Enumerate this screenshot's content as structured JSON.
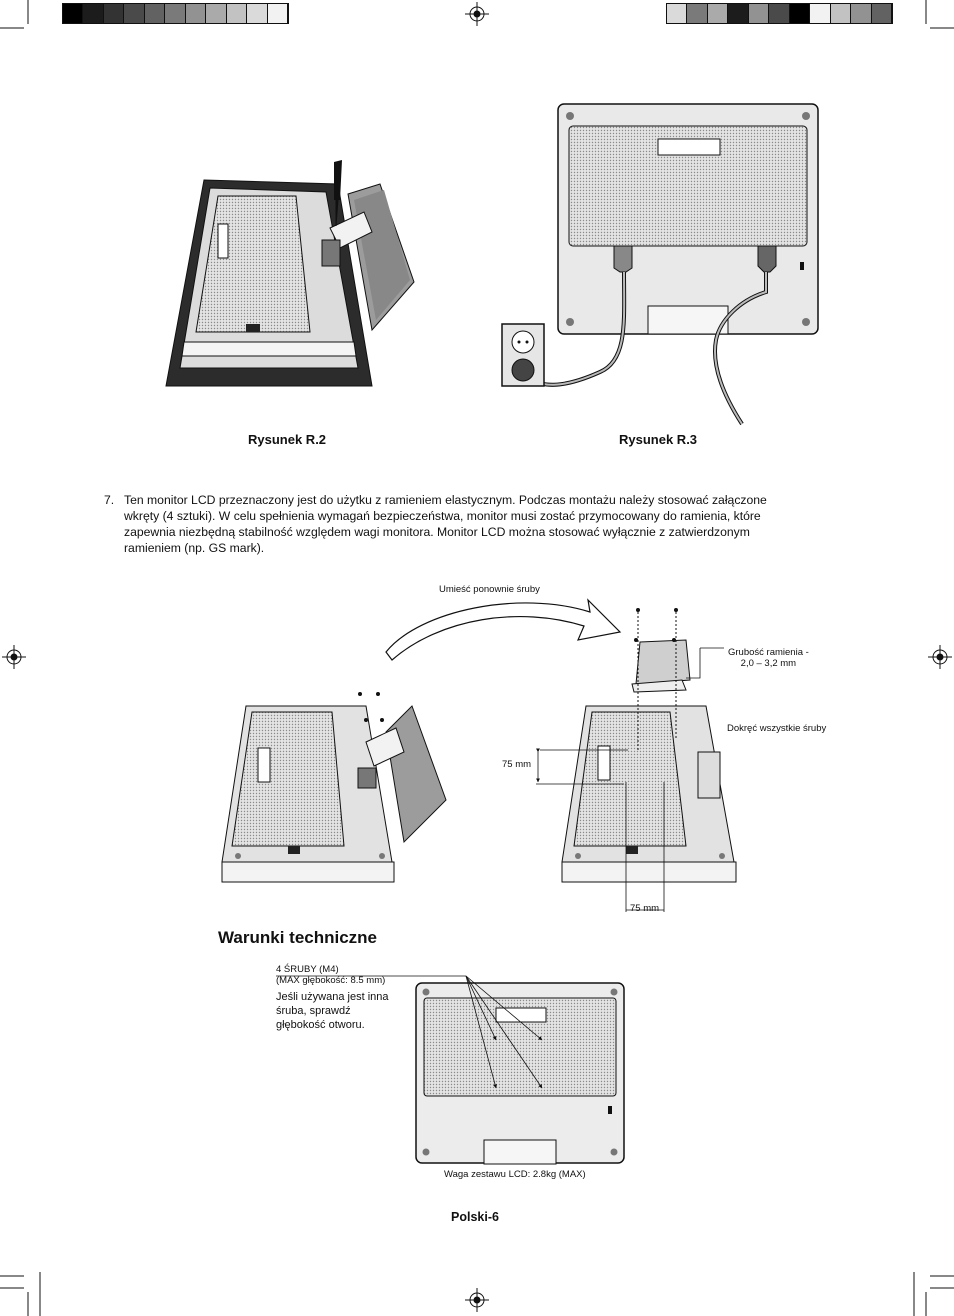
{
  "colors": {
    "ink": "#111111",
    "panel_light": "#e9e9e9",
    "panel_mid": "#cfcfcf",
    "bezel_dark": "#2c2c2c"
  },
  "figures": {
    "r2_caption": "Rysunek R.2",
    "r3_caption": "Rysunek R.3"
  },
  "step7": {
    "number": "7.",
    "lines": [
      "Ten monitor LCD przeznaczony jest do użytku z ramieniem elastycznym. Podczas montażu należy stosować załączone",
      "wkręty (4 sztuki). W celu spełnienia wymagań bezpieczeństwa, monitor musi zostać przymocowany do ramienia, które",
      "zapewnia niezbędną stabilność względem wagi monitora. Monitor LCD można stosować wyłącznie z zatwierdzonym",
      "ramieniem (np. GS mark)."
    ]
  },
  "arm_figure": {
    "reattach_label": "Umieść ponownie śruby",
    "thickness_line1": "Grubość ramienia -",
    "thickness_line2": "2,0 – 3,2 mm",
    "tighten_label": "Dokręć wszystkie śruby",
    "dim_vertical": "75 mm",
    "dim_horizontal": "75 mm"
  },
  "specs": {
    "heading": "Warunki techniczne",
    "screws_line1": "4 ŚRUBY (M4)",
    "screws_line2": "(MAX głębokość: 8.5 mm)",
    "note_lines": [
      "Jeśli używana jest inna",
      "śruba, sprawdź",
      "głębokość otworu."
    ],
    "weight": "Waga zestawu LCD: 2.8kg (MAX)"
  },
  "footer": {
    "page_label": "Polski-6"
  },
  "calibration": {
    "left_swatches": [
      "#000000",
      "#1c1c1c",
      "#333333",
      "#4a4a4a",
      "#626262",
      "#7a7a7a",
      "#929292",
      "#aaaaaa",
      "#c2c2c2",
      "#dadada",
      "#f2f2f2"
    ],
    "right_swatches": [
      "#dadada",
      "#7a7a7a",
      "#aaaaaa",
      "#1c1c1c",
      "#929292",
      "#4a4a4a",
      "#000000",
      "#f2f2f2",
      "#c2c2c2",
      "#929292",
      "#626262"
    ]
  }
}
